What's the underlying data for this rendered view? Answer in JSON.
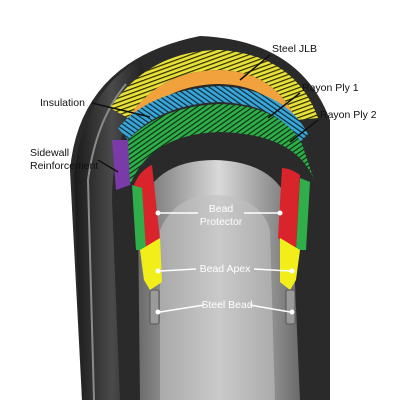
{
  "labels": {
    "steel_jlb": "Steel JLB",
    "rayon_ply_1": "Rayon Ply 1",
    "rayon_ply_2": "Rayon Ply 2",
    "insulation": "Insulation",
    "sidewall_reinforcement_line1": "Sidewall",
    "sidewall_reinforcement_line2": "Reinforcement",
    "bead_protector_line1": "Bead",
    "bead_protector_line2": "Protector",
    "bead_apex": "Bead Apex",
    "steel_bead": "Steel Bead"
  },
  "colors": {
    "rubber": "#2b2b2b",
    "steel_jlb": "#e8e23a",
    "insulation": "#f2a23c",
    "rayon_ply_1": "#3aa7d8",
    "rayon_ply_2": "#2fae4a",
    "sidewall_reinforcement": "#7a3aa8",
    "bead_protector": "#d8242a",
    "bead_apex": "#f2ee1a",
    "steel_bead": "#9a9a9a"
  }
}
